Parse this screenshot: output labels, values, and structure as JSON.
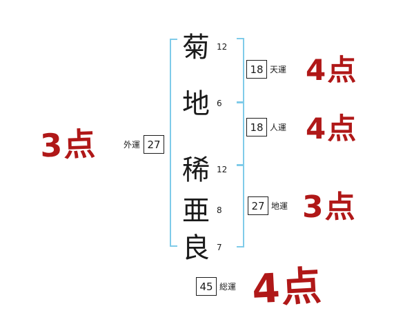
{
  "name": {
    "chars": [
      {
        "char": "菊",
        "strokes": "12"
      },
      {
        "char": "地",
        "strokes": "6"
      },
      {
        "char": "稀",
        "strokes": "12"
      },
      {
        "char": "亜",
        "strokes": "8"
      },
      {
        "char": "良",
        "strokes": "7"
      }
    ]
  },
  "fortunes": {
    "gaiun": {
      "label": "外運",
      "value": "27"
    },
    "tenun": {
      "label": "天運",
      "value": "18"
    },
    "jinun": {
      "label": "人運",
      "value": "18"
    },
    "chiun": {
      "label": "地運",
      "value": "27"
    },
    "souun": {
      "label": "総運",
      "value": "45"
    }
  },
  "scores": {
    "gaiun": "3点",
    "tenun": "4点",
    "jinun": "4点",
    "chiun": "3点",
    "souun": "4点"
  },
  "colors": {
    "score_red": "#b01818",
    "bracket_blue": "#7fcbe9",
    "box_border": "#1a1a1a"
  }
}
